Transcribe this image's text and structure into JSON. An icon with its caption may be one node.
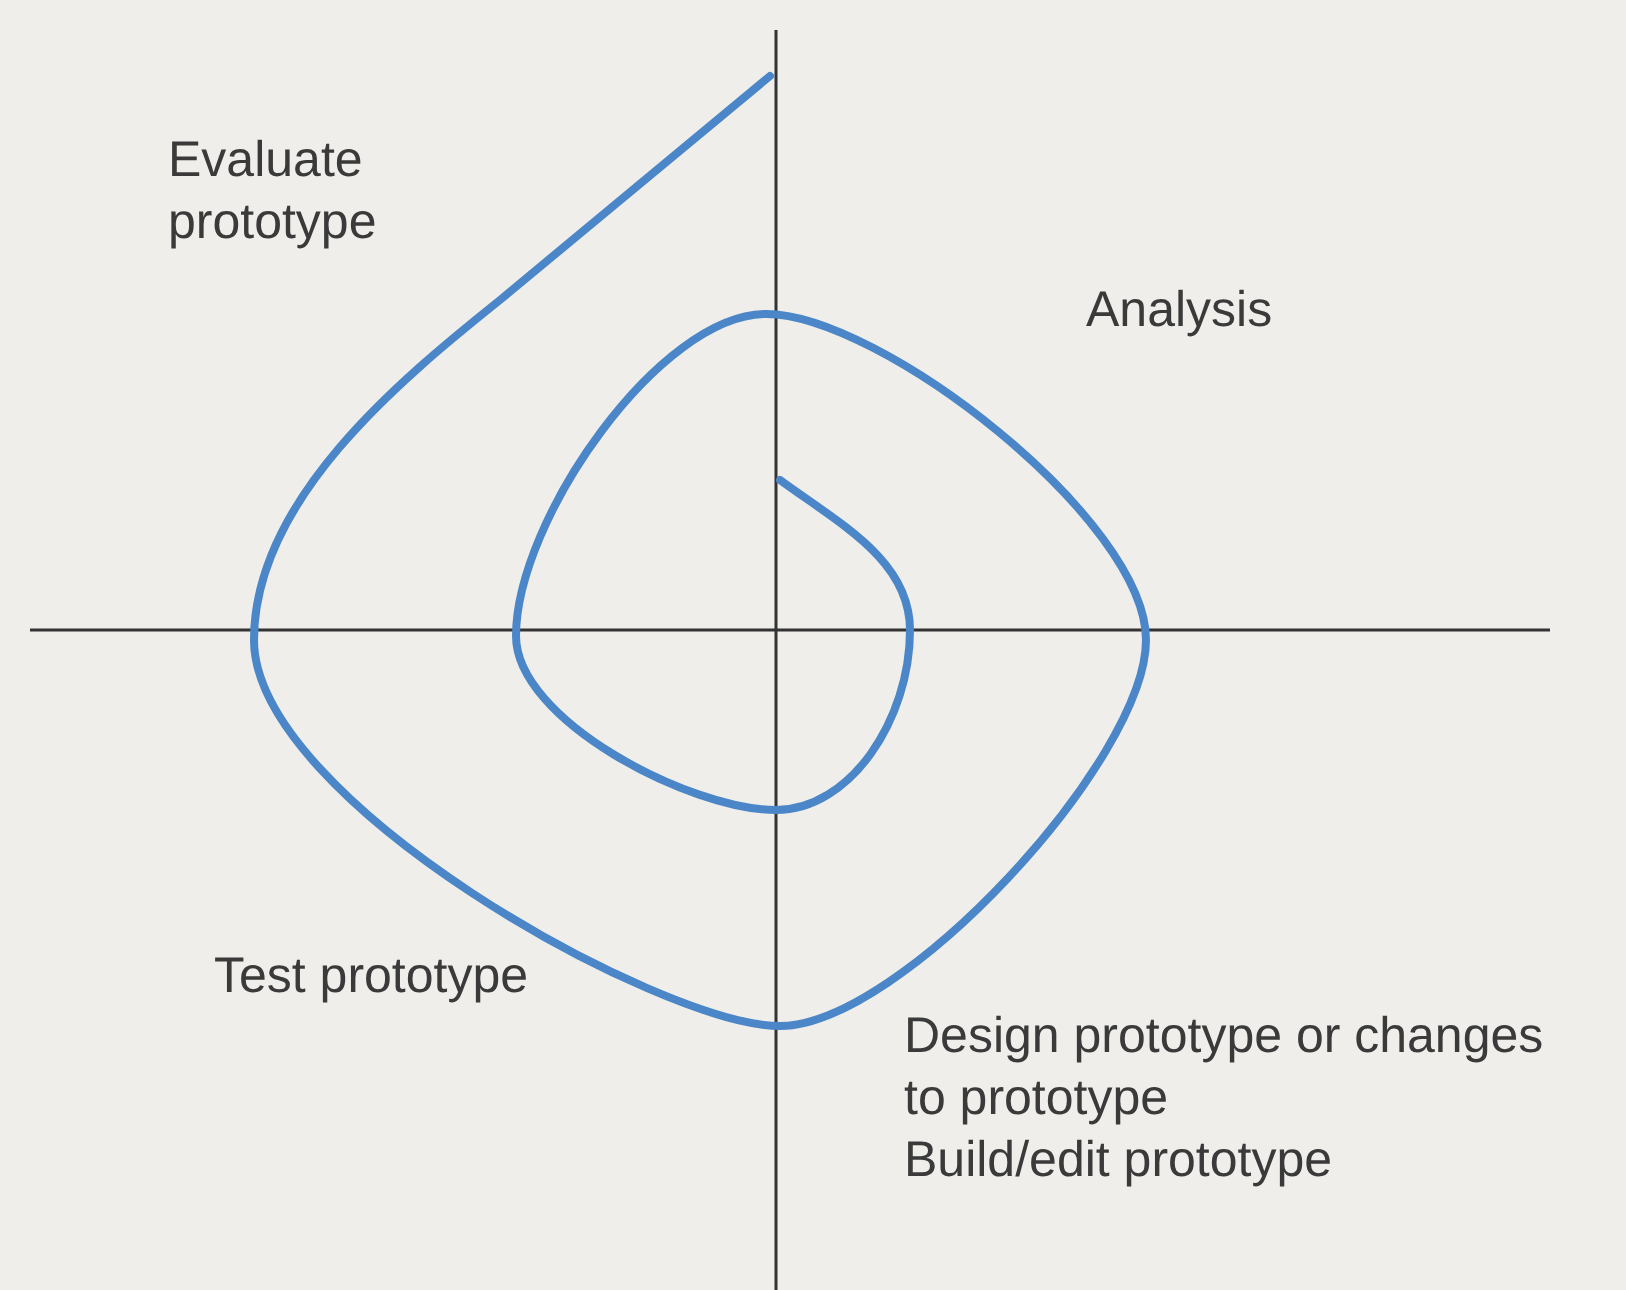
{
  "diagram": {
    "labels": [
      "Evaluate prototype",
      "Analysis",
      "Test prototype",
      "Design prototype or changes to prototype",
      "Build/edit prototype"
    ]
  }
}
